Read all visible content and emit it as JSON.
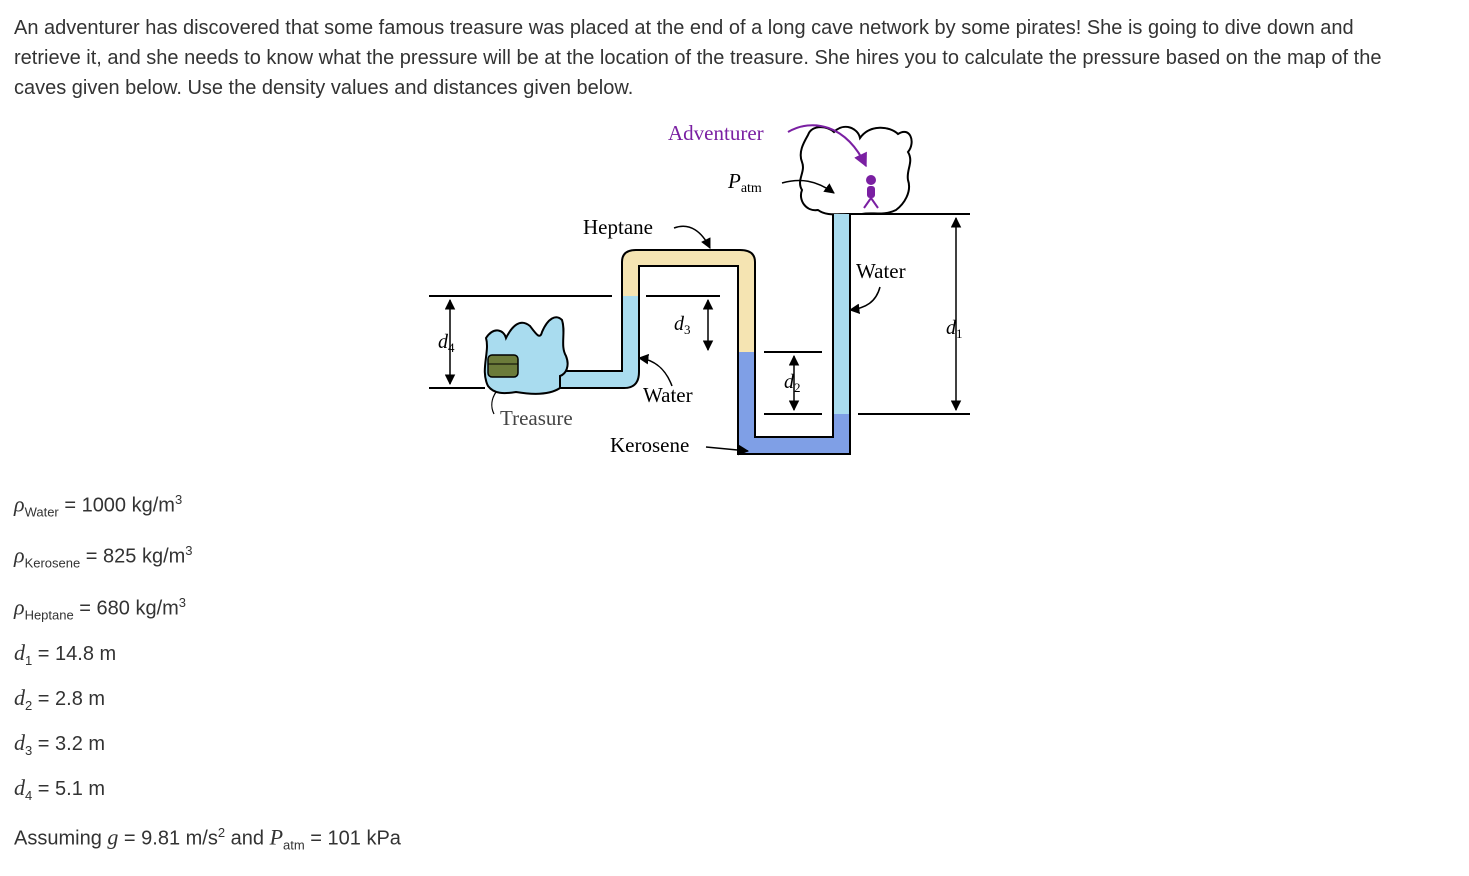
{
  "problem": {
    "intro": "An adventurer has discovered that some famous treasure was placed at the end of a long cave network by some pirates! She is going to dive down and retrieve it, and she needs to know what the pressure will be at the location of the treasure. She hires you to calculate the pressure based on the map of the caves given below. Use the density values and distances given below."
  },
  "diagram": {
    "labels": {
      "adventurer": "Adventurer",
      "patm_main": "P",
      "patm_sub": "atm",
      "heptane": "Heptane",
      "water_right": "Water",
      "water_middle": "Water",
      "kerosene": "Kerosene",
      "treasure": "Treasure",
      "d1_main": "d",
      "d1_sub": "1",
      "d2_main": "d",
      "d2_sub": "2",
      "d3_main": "d",
      "d3_sub": "3",
      "d4_main": "d",
      "d4_sub": "4"
    },
    "colors": {
      "water": "#a9dcef",
      "kerosene": "#7f9fe6",
      "heptane": "#f5e4b2",
      "adventurer": "#7a1fa2"
    }
  },
  "given": {
    "rho_symbol": "ρ",
    "rho_water": {
      "sub": "Water",
      "value": "= 1000 kg/m",
      "exp": "3"
    },
    "rho_kerosene": {
      "sub": "Kerosene",
      "value": "= 825 kg/m",
      "exp": "3"
    },
    "rho_heptane": {
      "sub": "Heptane",
      "value": "= 680 kg/m",
      "exp": "3"
    },
    "d_symbol": "d",
    "d1": {
      "sub": "1",
      "value": "= 14.8 m"
    },
    "d2": {
      "sub": "2",
      "value": "= 2.8 m"
    },
    "d3": {
      "sub": "3",
      "value": "= 3.2 m"
    },
    "d4": {
      "sub": "4",
      "value": "= 5.1 m"
    },
    "assumption": {
      "prefix": "Assuming ",
      "g_symbol": "g",
      "g_value": " = 9.81 m/s",
      "g_exp": "2",
      "and": " and ",
      "p_symbol": "P",
      "p_sub": "atm",
      "p_value": " = 101 kPa"
    }
  }
}
